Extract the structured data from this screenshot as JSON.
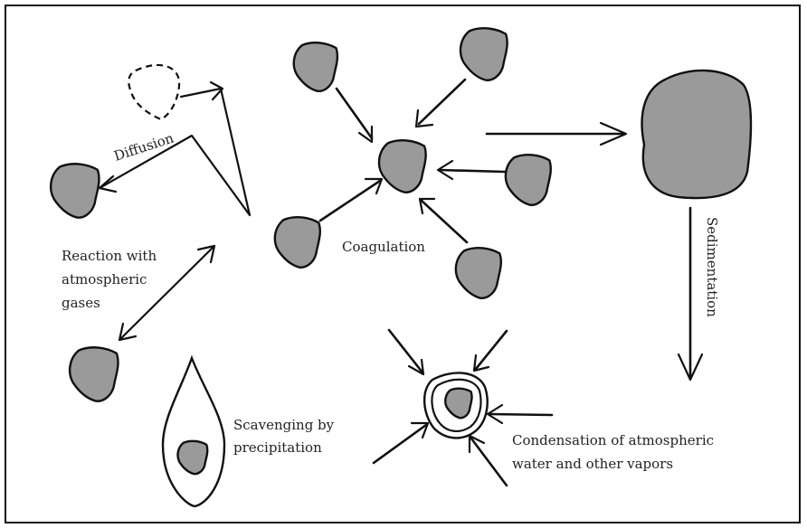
{
  "labels": {
    "diffusion": "Diffusion",
    "reaction": [
      "Reaction with",
      "atmospheric",
      "gases"
    ],
    "coagulation": "Coagulation",
    "sedimentation": "Sedimentation",
    "scavenging": [
      "Scavenging by",
      "precipitation"
    ],
    "condensation": [
      "Condensation of atmospheric",
      "water and other vapors"
    ]
  },
  "colors": {
    "particle_fill": "#9a9a9a",
    "stroke": "#111111",
    "background": "#ffffff"
  }
}
